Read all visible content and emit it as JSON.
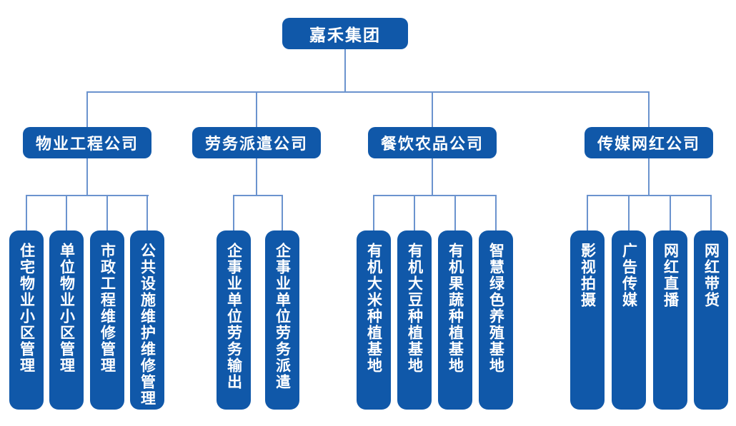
{
  "colors": {
    "node_fill": "#1058a9",
    "node_text": "#ffffff",
    "connector": "#6b93ce",
    "background": "#ffffff"
  },
  "org": {
    "root": {
      "label": "嘉禾集团"
    },
    "companies": [
      {
        "label": "物业工程公司",
        "children": [
          {
            "label": "住宅物业小区管理"
          },
          {
            "label": "单位物业小区管理"
          },
          {
            "label": "市政工程维修管理"
          },
          {
            "label": "公共设施维护维修管理"
          }
        ]
      },
      {
        "label": "劳务派遣公司",
        "children": [
          {
            "label": "企事业单位劳务输出"
          },
          {
            "label": "企事业单位劳务派遣"
          }
        ]
      },
      {
        "label": "餐饮农品公司",
        "children": [
          {
            "label": "有机大米种植基地"
          },
          {
            "label": "有机大豆种植基地"
          },
          {
            "label": "有机果蔬种植基地"
          },
          {
            "label": "智慧绿色养殖基地"
          }
        ]
      },
      {
        "label": "传媒网红公司",
        "children": [
          {
            "label": "影视拍摄"
          },
          {
            "label": "广告传媒"
          },
          {
            "label": "网红直播"
          },
          {
            "label": "网红带货"
          }
        ]
      }
    ]
  }
}
